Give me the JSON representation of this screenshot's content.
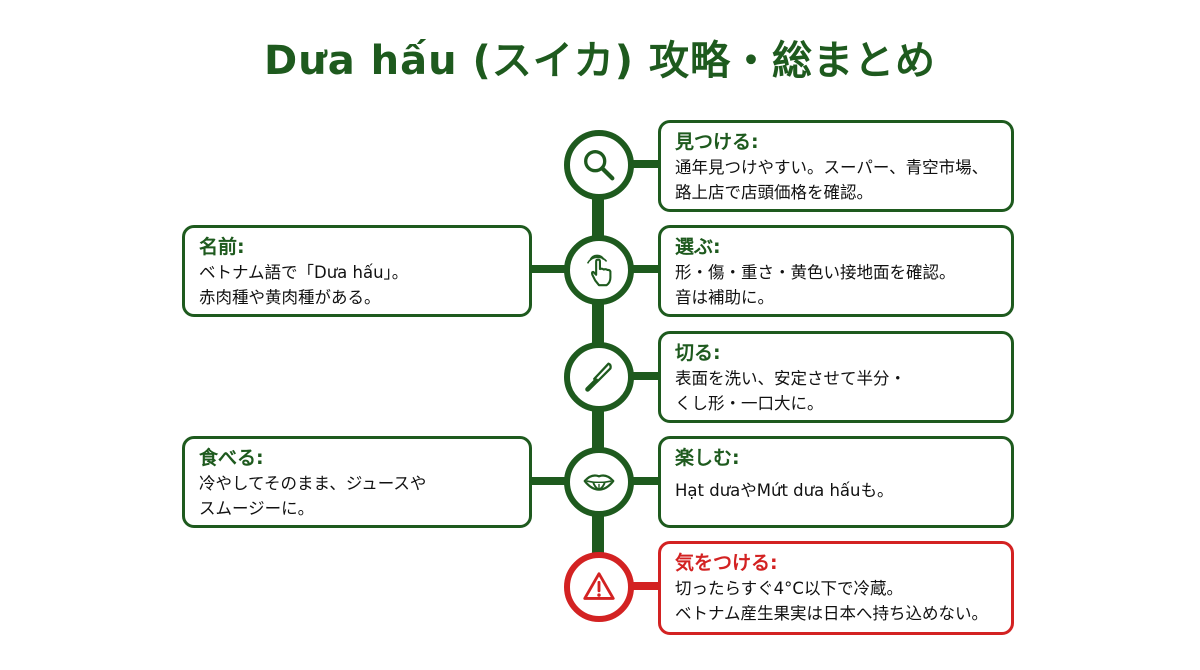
{
  "title": "Dưa hấu (スイカ) 攻略・総まとめ",
  "colors": {
    "primary": "#1e5a1e",
    "warning": "#d32222",
    "text": "#111111",
    "background": "#ffffff"
  },
  "steps": [
    {
      "icon": "magnifier-icon",
      "heading": "見つける:",
      "lines": [
        "通年見つけやすい。スーパー、青空市場、",
        "路上店で店頭価格を確認。"
      ]
    },
    {
      "icon": "finger-tap-icon",
      "heading": "選ぶ:",
      "lines": [
        "形・傷・重さ・黄色い接地面を確認。",
        "音は補助に。"
      ]
    },
    {
      "icon": "knife-icon",
      "heading": "切る:",
      "lines": [
        "表面を洗い、安定させて半分・",
        "くし形・一口大に。"
      ]
    },
    {
      "icon": "mouth-icon",
      "heading": "楽しむ:",
      "lines": [
        "Hạt dưaやMứt dưa hấuも。"
      ]
    },
    {
      "icon": "warning-icon",
      "heading": "気をつける:",
      "lines": [
        "切ったらすぐ4°C以下で冷蔵。",
        "ベトナム産生果実は日本へ持ち込めない。"
      ]
    }
  ],
  "side_notes": [
    {
      "heading": "名前:",
      "lines": [
        "ベトナム語で「Dưa hấu」。",
        "赤肉種や黄肉種がある。"
      ]
    },
    {
      "heading": "食べる:",
      "lines": [
        "冷やしてそのまま、ジュースや",
        "スムージーに。"
      ]
    }
  ]
}
